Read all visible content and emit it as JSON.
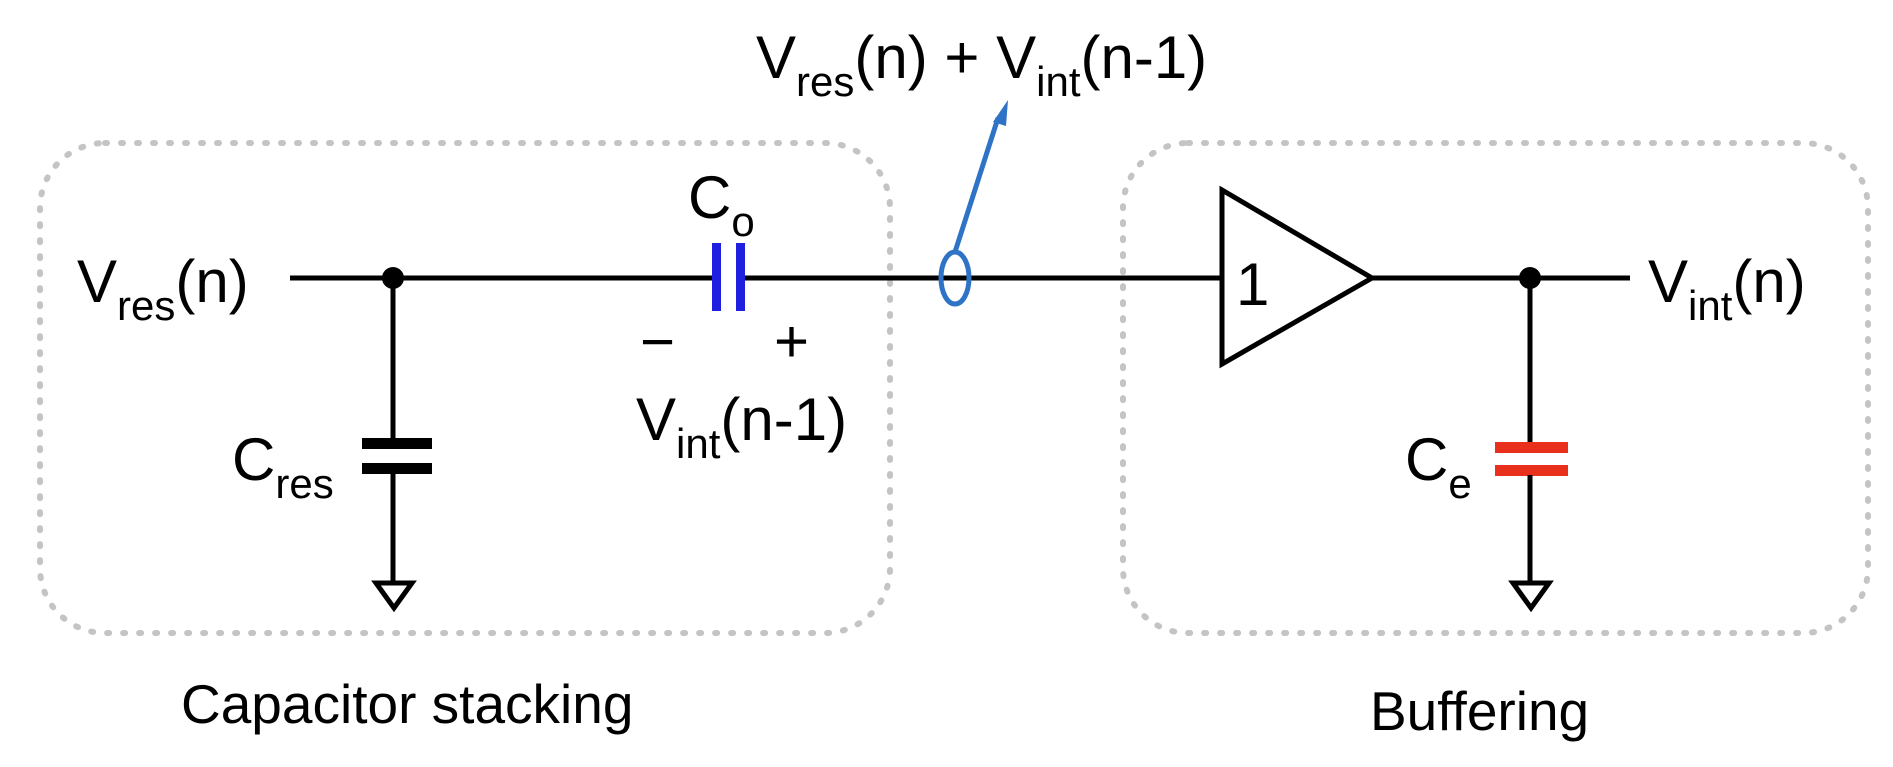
{
  "colors": {
    "wire": "#000000",
    "co_capacitor": "#1f1fe0",
    "ce_capacitor": "#e8301c",
    "probe": "#2f73c6",
    "box_border": "#c4c4c4"
  },
  "labels": {
    "input": {
      "main": "V",
      "sub": "res",
      "suffix": "(n)"
    },
    "output": {
      "main": "V",
      "sub": "int",
      "suffix": "(n)"
    },
    "node": {
      "main1": "V",
      "sub1": "res",
      "mid": "(n) + V",
      "sub2": "int",
      "suffix": "(n-1)"
    },
    "co": {
      "main": "C",
      "sub": "o"
    },
    "co_minus": "−",
    "co_plus": "+",
    "co_voltage": {
      "main": "V",
      "sub": "int",
      "suffix": "(n-1)"
    },
    "cres": {
      "main": "C",
      "sub": "res"
    },
    "ce": {
      "main": "C",
      "sub": "e"
    },
    "buffer_gain": "1"
  },
  "groups": {
    "left": "Capacitor stacking",
    "right": "Buffering"
  }
}
